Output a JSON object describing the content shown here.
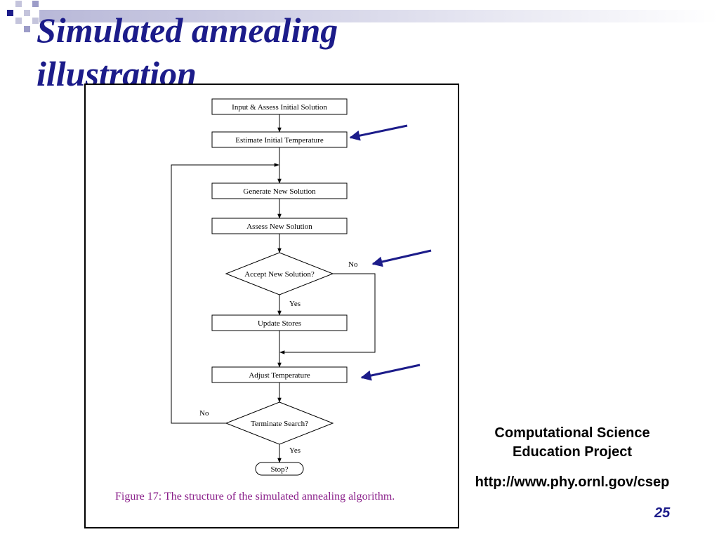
{
  "slide": {
    "title_line1": "Simulated annealing",
    "title_line2": "illustration",
    "credit_line1": "Computational Science",
    "credit_line2": "Education Project",
    "url": "http://www.phy.ornl.gov/csep",
    "page_number": "25",
    "accent_color": "#1c1c8a"
  },
  "flowchart": {
    "steps": {
      "input": "Input & Assess Initial Solution",
      "estimate": "Estimate Initial Temperature",
      "generate": "Generate New Solution",
      "assess": "Assess New Solution",
      "accept": "Accept New Solution?",
      "update": "Update Stores",
      "adjust": "Adjust Temperature",
      "terminate": "Terminate Search?",
      "stop": "Stop?"
    },
    "labels": {
      "accept_no": "No",
      "accept_yes": "Yes",
      "terminate_no": "No",
      "terminate_yes": "Yes"
    },
    "caption": "Figure 17: The structure of the simulated annealing algorithm."
  }
}
